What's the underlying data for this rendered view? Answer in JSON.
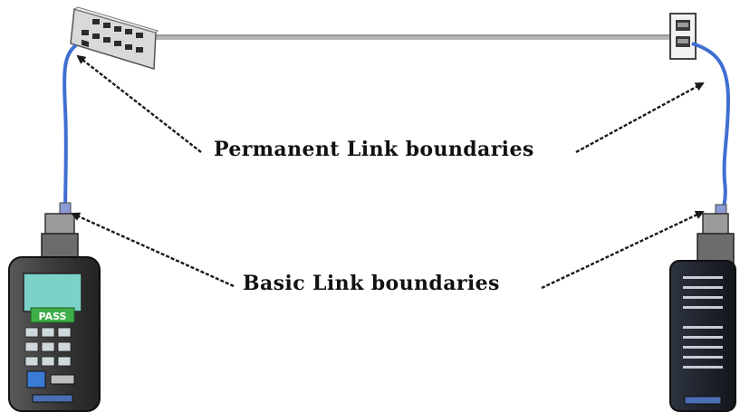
{
  "labels": {
    "permanent_link": "Permanent Link boundaries",
    "basic_link": "Basic Link boundaries"
  },
  "tester_screen": {
    "status_text": "PASS"
  },
  "colors": {
    "patch_cord": "#3f6fd1",
    "horizontal_cable": "#a9a9a9",
    "arrow": "#1a1a1a",
    "tester_body": "#3a3a3a",
    "screen": "#7bd3c8",
    "pass_badge": "#3fae49"
  },
  "icons": [
    "patch-panel-icon",
    "wall-outlet-icon",
    "main-tester-icon",
    "remote-tester-icon"
  ]
}
